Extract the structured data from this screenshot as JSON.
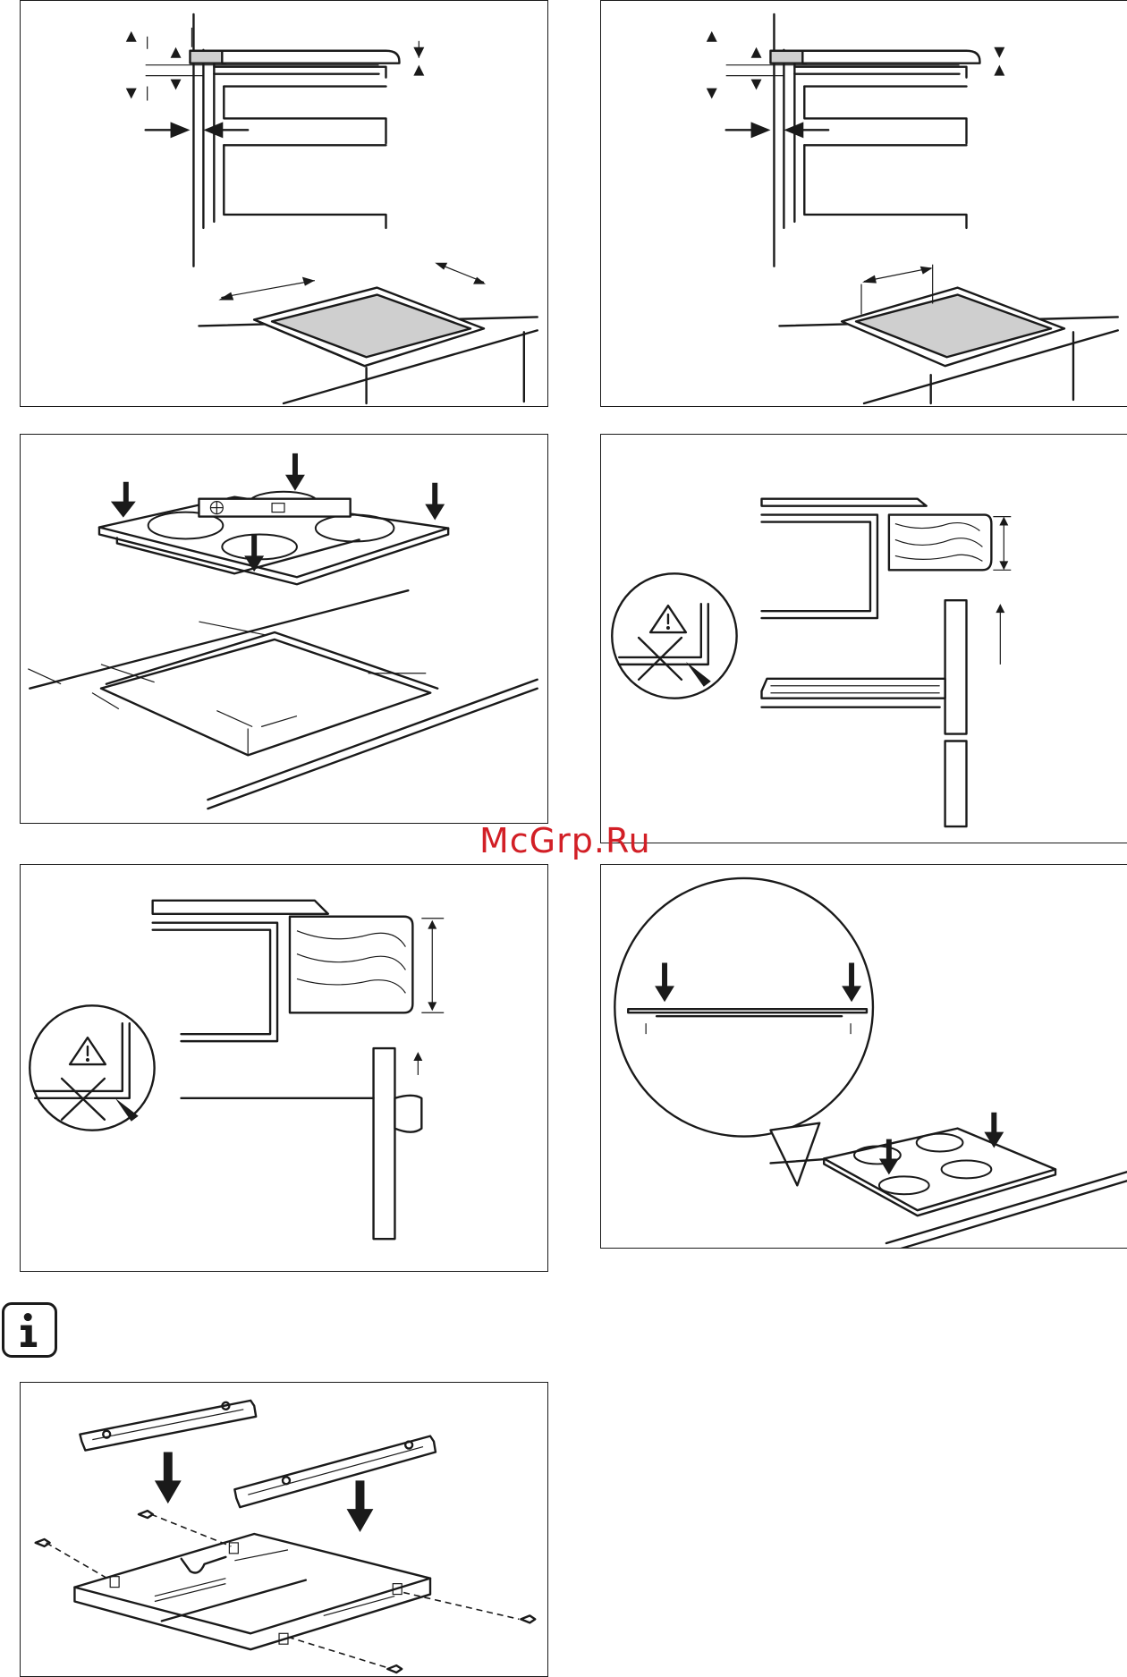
{
  "watermark": {
    "text": "McGrp.Ru",
    "color": "#d21f26"
  },
  "info_icon": {
    "glyph": "i",
    "icon": "info-icon"
  },
  "panels": [
    {
      "id": "fig-1",
      "subject": "hob-flush-mount-clearances"
    },
    {
      "id": "fig-2",
      "subject": "hob-surface-mount-clearances"
    },
    {
      "id": "fig-3",
      "subject": "hob-cutout-and-seal"
    },
    {
      "id": "fig-4",
      "subject": "wood-worktop-with-drawer"
    },
    {
      "id": "fig-5",
      "subject": "wood-worktop-with-door"
    },
    {
      "id": "fig-6",
      "subject": "hob-seal-detail"
    },
    {
      "id": "fig-7",
      "subject": "protection-box-assembly"
    }
  ],
  "warning_icons": [
    "warning-triangle-icon",
    "cross-icon",
    "arrow-icon"
  ],
  "colors": {
    "line": "#1a1a1a",
    "fill_gray": "#cfcfcf"
  }
}
